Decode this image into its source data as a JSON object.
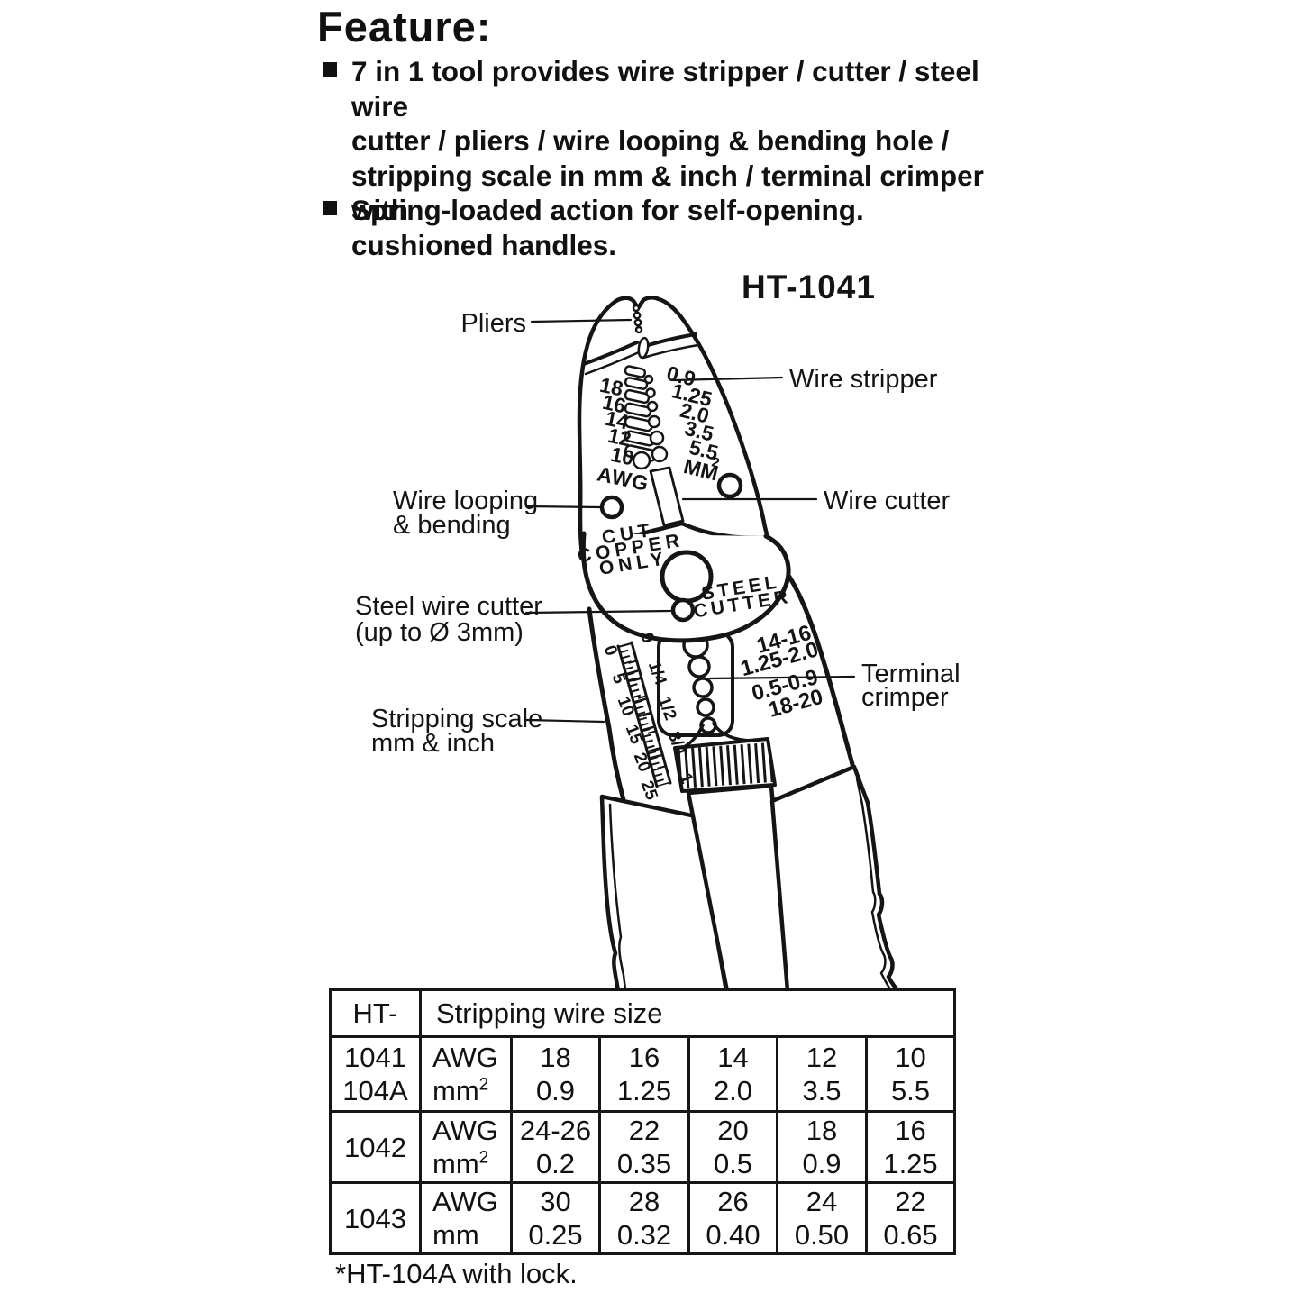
{
  "feature": {
    "title": "Feature:",
    "bullets": [
      {
        "lines": [
          "7 in 1 tool provides wire stripper / cutter / steel wire",
          "cutter / pliers / wire looping & bending hole /",
          "stripping scale in mm & inch / terminal crimper with",
          "cushioned handles."
        ]
      },
      {
        "lines": [
          "Spring-loaded action for self-opening."
        ]
      }
    ]
  },
  "diagram": {
    "model": "HT-1041",
    "labels": {
      "pliers": "Pliers",
      "wire_stripper": "Wire stripper",
      "wire_cutter": "Wire cutter",
      "wire_looping_1": "Wire looping",
      "wire_looping_2": "& bending",
      "steel_wire_cutter_1": "Steel wire cutter",
      "steel_wire_cutter_2": "(up to Ø 3mm)",
      "terminal_crimper_1": "Terminal",
      "terminal_crimper_2": "crimper",
      "stripping_scale_1": "Stripping scale",
      "stripping_scale_2": "mm & inch"
    },
    "jaw_markings": {
      "awg": [
        "18",
        "16",
        "14",
        "12",
        "10"
      ],
      "awg_label": "AWG",
      "mm": [
        "0.9",
        "1.25",
        "2.0",
        "3.5",
        "5.5"
      ],
      "mm_label": "MM",
      "mm_sup": "2"
    },
    "tool_text": {
      "cut_copper": [
        "CUT",
        "COPPER",
        "ONLY"
      ],
      "steel_cutter": [
        "STEEL",
        "CUTTER"
      ]
    },
    "crimper_markings": [
      "14-16",
      "1.25-2.0",
      "0.5-0.9",
      "18-20"
    ],
    "scale_mm": [
      "0",
      "5",
      "10",
      "15",
      "20",
      "25"
    ],
    "scale_inch": [
      "0",
      "1/4",
      "1/2",
      "3/4",
      "1"
    ]
  },
  "table": {
    "header_col": "HT-",
    "header_span": "Stripping wire size",
    "rows": [
      {
        "model_1": "1041",
        "model_2": "104A",
        "unit_top": "AWG",
        "unit_base": "mm",
        "unit_sup": "2",
        "top": [
          "18",
          "16",
          "14",
          "12",
          "10"
        ],
        "bottom": [
          "0.9",
          "1.25",
          "2.0",
          "3.5",
          "5.5"
        ]
      },
      {
        "model_1": "1042",
        "model_2": "",
        "unit_top": "AWG",
        "unit_base": "mm",
        "unit_sup": "2",
        "top": [
          "24-26",
          "22",
          "20",
          "18",
          "16"
        ],
        "bottom": [
          "0.2",
          "0.35",
          "0.5",
          "0.9",
          "1.25"
        ]
      },
      {
        "model_1": "1043",
        "model_2": "",
        "unit_top": "AWG",
        "unit_base": "mm",
        "unit_sup": "",
        "top": [
          "30",
          "28",
          "26",
          "24",
          "22"
        ],
        "bottom": [
          "0.25",
          "0.32",
          "0.40",
          "0.50",
          "0.65"
        ]
      }
    ]
  },
  "footnote": "*HT-104A with lock."
}
